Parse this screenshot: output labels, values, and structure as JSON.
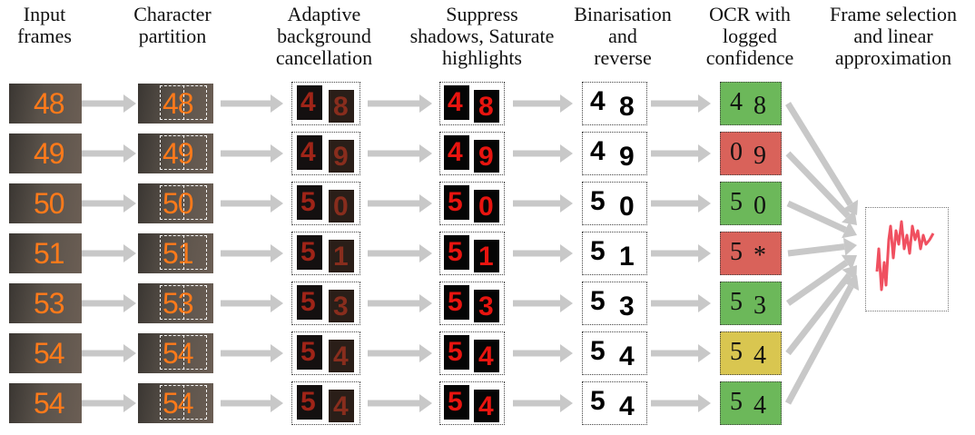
{
  "headers": [
    {
      "lines": [
        "Input",
        "frames"
      ]
    },
    {
      "lines": [
        "Character",
        "partition"
      ]
    },
    {
      "lines": [
        "Adaptive",
        "background",
        "cancellation"
      ]
    },
    {
      "lines": [
        "Suppress",
        "shadows, Saturate",
        "highlights"
      ]
    },
    {
      "lines": [
        "Binarisation",
        "and",
        "reverse"
      ]
    },
    {
      "lines": [
        "OCR with",
        "logged",
        "confidence"
      ]
    },
    {
      "lines": [
        "Frame selection",
        "and linear",
        "approximation"
      ]
    }
  ],
  "frames": [
    {
      "input": "48",
      "bin": [
        "4",
        "8"
      ],
      "ocr": [
        "4",
        "8"
      ],
      "conf": "green"
    },
    {
      "input": "49",
      "bin": [
        "4",
        "9"
      ],
      "ocr": [
        "0",
        "9"
      ],
      "conf": "red"
    },
    {
      "input": "50",
      "bin": [
        "5",
        "0"
      ],
      "ocr": [
        "5",
        "0"
      ],
      "conf": "green"
    },
    {
      "input": "51",
      "bin": [
        "5",
        "1"
      ],
      "ocr": [
        "5",
        "*"
      ],
      "conf": "red"
    },
    {
      "input": "53",
      "bin": [
        "5",
        "3"
      ],
      "ocr": [
        "5",
        "3"
      ],
      "conf": "green"
    },
    {
      "input": "54",
      "bin": [
        "5",
        "4"
      ],
      "ocr": [
        "5",
        "4"
      ],
      "conf": "yellow"
    },
    {
      "input": "54",
      "bin": [
        "5",
        "4"
      ],
      "ocr": [
        "5",
        "4"
      ],
      "conf": "green"
    }
  ],
  "colors": {
    "arrow": "#c8c8c8",
    "digit_orange": "#ff7a1a",
    "digit_red": "#e8140f",
    "conf_green": "#6cb85a",
    "conf_red": "#d9625a",
    "conf_yellow": "#d9c650",
    "trace": "#f05060"
  }
}
